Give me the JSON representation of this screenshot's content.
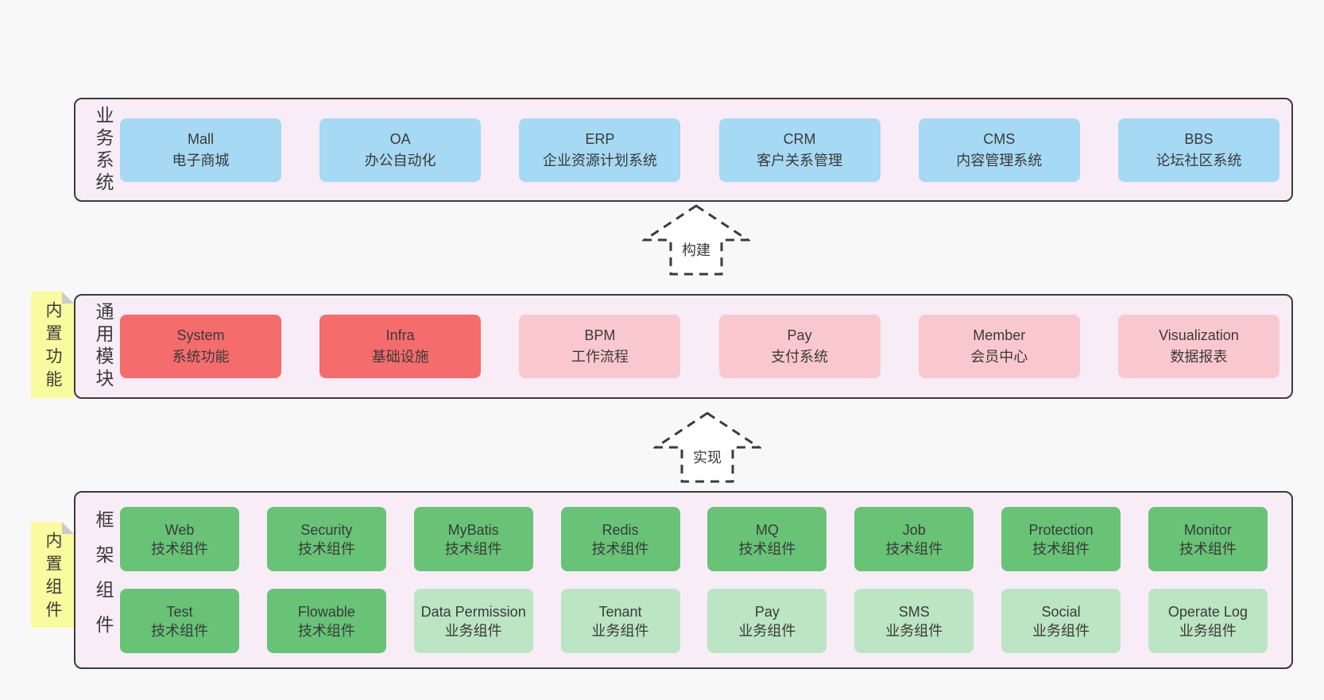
{
  "colors": {
    "page_bg": "#f8f8f8",
    "panel_bg": "#f8edf7",
    "panel_border": "#3b3b3b",
    "text": "#3a3a3a",
    "box_blue": "#a6d9f3",
    "box_red": "#f56c6c",
    "box_pink": "#f9c8ce",
    "box_green": "#68c377",
    "box_green_light": "#bce5c3",
    "sticky_yellow": "#fafa9e",
    "sticky_fold": "#c9c9c9"
  },
  "arrows": [
    {
      "label": "构建"
    },
    {
      "label": "实现"
    }
  ],
  "stickies": [
    {
      "label": "内置功能"
    },
    {
      "label": "内置组件"
    }
  ],
  "bands": [
    {
      "label": "业务系统",
      "boxes": [
        {
          "name": "Mall",
          "desc": "电子商城",
          "variant": "blue"
        },
        {
          "name": "OA",
          "desc": "办公自动化",
          "variant": "blue"
        },
        {
          "name": "ERP",
          "desc": "企业资源计划系统",
          "variant": "blue"
        },
        {
          "name": "CRM",
          "desc": "客户关系管理",
          "variant": "blue"
        },
        {
          "name": "CMS",
          "desc": "内容管理系统",
          "variant": "blue"
        },
        {
          "name": "BBS",
          "desc": "论坛社区系统",
          "variant": "blue"
        }
      ]
    },
    {
      "label": "通用模块",
      "boxes": [
        {
          "name": "System",
          "desc": "系统功能",
          "variant": "red"
        },
        {
          "name": "Infra",
          "desc": "基础设施",
          "variant": "red"
        },
        {
          "name": "BPM",
          "desc": "工作流程",
          "variant": "pink"
        },
        {
          "name": "Pay",
          "desc": "支付系统",
          "variant": "pink"
        },
        {
          "name": "Member",
          "desc": "会员中心",
          "variant": "pink"
        },
        {
          "name": "Visualization",
          "desc": "数据报表",
          "variant": "pink"
        }
      ]
    },
    {
      "label": "框架组件",
      "row1": [
        {
          "name": "Web",
          "desc": "技术组件",
          "variant": "green"
        },
        {
          "name": "Security",
          "desc": "技术组件",
          "variant": "green"
        },
        {
          "name": "MyBatis",
          "desc": "技术组件",
          "variant": "green"
        },
        {
          "name": "Redis",
          "desc": "技术组件",
          "variant": "green"
        },
        {
          "name": "MQ",
          "desc": "技术组件",
          "variant": "green"
        },
        {
          "name": "Job",
          "desc": "技术组件",
          "variant": "green"
        },
        {
          "name": "Protection",
          "desc": "技术组件",
          "variant": "green"
        },
        {
          "name": "Monitor",
          "desc": "技术组件",
          "variant": "green"
        }
      ],
      "row2": [
        {
          "name": "Test",
          "desc": "技术组件",
          "variant": "green"
        },
        {
          "name": "Flowable",
          "desc": "技术组件",
          "variant": "green"
        },
        {
          "name": "Data Permission",
          "desc": "业务组件",
          "variant": "green-light"
        },
        {
          "name": "Tenant",
          "desc": "业务组件",
          "variant": "green-light"
        },
        {
          "name": "Pay",
          "desc": "业务组件",
          "variant": "green-light"
        },
        {
          "name": "SMS",
          "desc": "业务组件",
          "variant": "green-light"
        },
        {
          "name": "Social",
          "desc": "业务组件",
          "variant": "green-light"
        },
        {
          "name": "Operate Log",
          "desc": "业务组件",
          "variant": "green-light"
        }
      ]
    }
  ]
}
